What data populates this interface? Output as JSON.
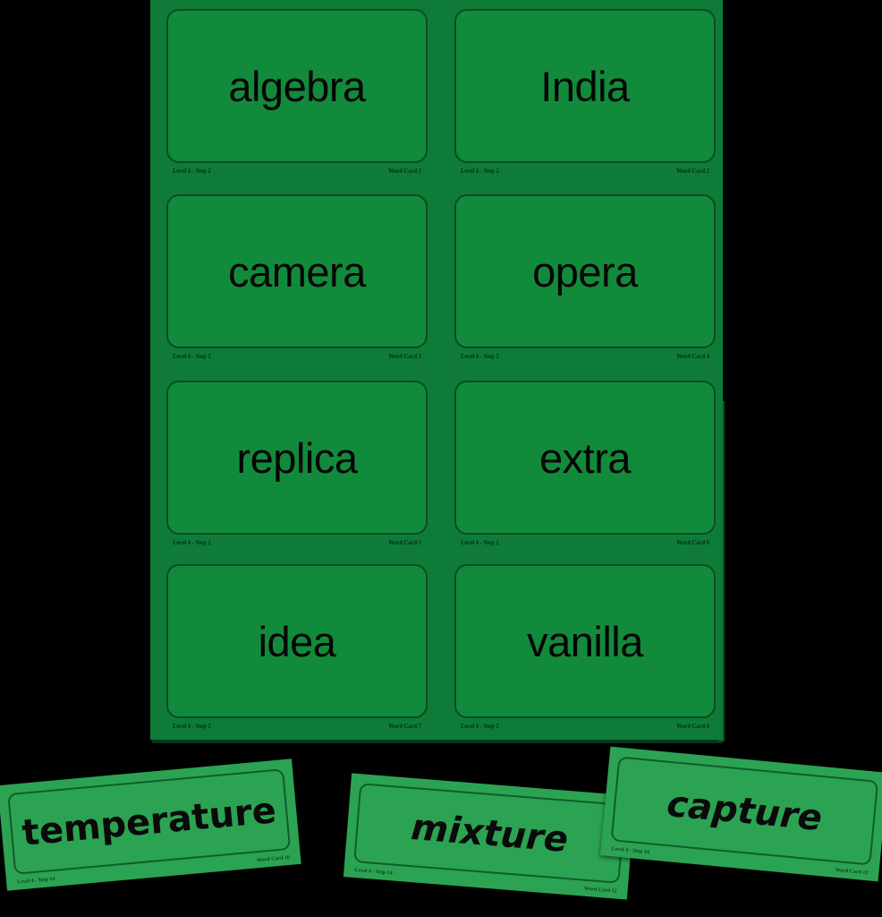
{
  "background_color": "#000000",
  "sheet": {
    "name": "word-card-sheet",
    "background_color": "#0e7c38",
    "card_color": "#128a3c",
    "border_color": "#0a4d25",
    "cards": [
      {
        "word": "algebra",
        "level_step": "Level 4 - Step 2",
        "card_label": "Word Card 1"
      },
      {
        "word": "India",
        "level_step": "Level 4 - Step 2",
        "card_label": "Word Card 2"
      },
      {
        "word": "camera",
        "level_step": "Level 4 - Step 2",
        "card_label": "Word Card 3"
      },
      {
        "word": "opera",
        "level_step": "Level 4 - Step 2",
        "card_label": "Word Card 4"
      },
      {
        "word": "replica",
        "level_step": "Level 4 - Step 2",
        "card_label": "Word Card 5"
      },
      {
        "word": "extra",
        "level_step": "Level 4 - Step 2",
        "card_label": "Word Card 6"
      },
      {
        "word": "idea",
        "level_step": "Level 4 - Step 2",
        "card_label": "Word Card 7"
      },
      {
        "word": "vanilla",
        "level_step": "Level 4 - Step 2",
        "card_label": "Word Card 8"
      }
    ]
  },
  "loose_cards": {
    "card_color": "#2ca352",
    "border_color": "#0e5e2c",
    "items": [
      {
        "word": "temperature",
        "level_step": "Level 4 - Step 14",
        "card_label": "Word Card 10"
      },
      {
        "word": "mixture",
        "level_step": "Level 4 - Step 14",
        "card_label": "Word Card 12"
      },
      {
        "word": "capture",
        "level_step": "Level 4 - Step 14",
        "card_label": "Word Card 13"
      }
    ]
  }
}
